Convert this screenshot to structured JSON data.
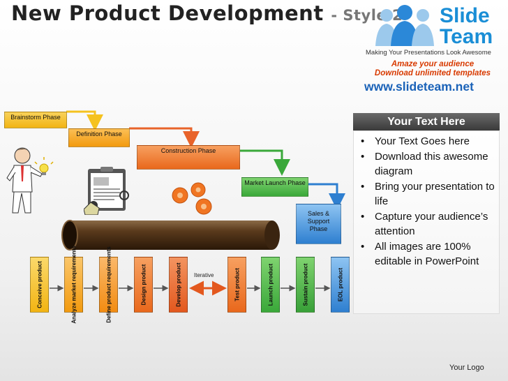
{
  "header": {
    "title": "New Product Development",
    "subtitle": "- Style 2"
  },
  "brand": {
    "logo_line1": "Slide",
    "logo_line2": "Team",
    "tagline": "Making Your Presentations Look Awesome",
    "promo_line1": "Amaze your audience",
    "promo_line2": "Download unlimited templates",
    "url": "www.slideteam.net"
  },
  "phases": [
    {
      "label": "Brainstorm Phase",
      "color": "#f5c21f"
    },
    {
      "label": "Definition Phase",
      "color": "#f7a21c"
    },
    {
      "label": "Construction Phase",
      "color": "#f07522"
    },
    {
      "label": "Market Launch Phase",
      "color": "#4fb848"
    },
    {
      "label": "Sales & Support Phase",
      "color": "#2e7fd0"
    }
  ],
  "steps": [
    {
      "label": "Conceive product",
      "color": "#f5c21f"
    },
    {
      "label": "Analyze market requirements",
      "color": "#f7a21c"
    },
    {
      "label": "Define product requirements",
      "color": "#f59a1f"
    },
    {
      "label": "Design product",
      "color": "#f07522"
    },
    {
      "label": "Develop product",
      "color": "#e8632a"
    },
    {
      "label": "Test product",
      "color": "#f07522"
    },
    {
      "label": "Launch product",
      "color": "#4fb848"
    },
    {
      "label": "Sustain product",
      "color": "#4fb848"
    },
    {
      "label": "EOL product",
      "color": "#2e7fd0"
    }
  ],
  "iterative_label": "Iterative",
  "panel": {
    "heading": "Your Text Here",
    "bullets": [
      "Your Text Goes here",
      "Download this awesome diagram",
      "Bring your presentation to life",
      "Capture your audience’s attention",
      "All images are 100% editable in PowerPoint"
    ]
  },
  "footer": {
    "logo_text": "Your Logo"
  }
}
